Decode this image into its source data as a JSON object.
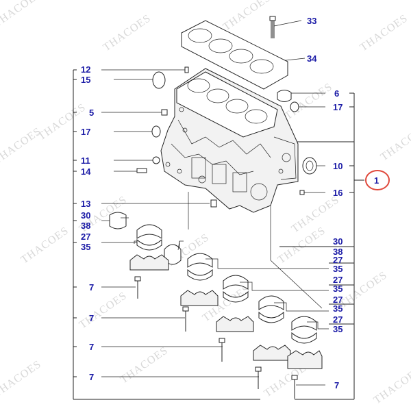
{
  "watermark": "THACOES",
  "callout_colors": {
    "number": "#1a1aa6",
    "line": "#222222",
    "highlight": "#e0493c"
  },
  "highlighted_callout": "1",
  "left_callouts": [
    {
      "id": "12"
    },
    {
      "id": "15"
    },
    {
      "id": "5"
    },
    {
      "id": "17"
    },
    {
      "id": "11"
    },
    {
      "id": "14"
    },
    {
      "id": "13"
    },
    {
      "id": "30"
    },
    {
      "id": "38"
    },
    {
      "id": "27"
    },
    {
      "id": "35"
    },
    {
      "id": "7"
    },
    {
      "id": "7"
    },
    {
      "id": "7"
    },
    {
      "id": "7"
    }
  ],
  "right_callouts": [
    {
      "id": "33"
    },
    {
      "id": "34"
    },
    {
      "id": "6"
    },
    {
      "id": "17"
    },
    {
      "id": "10"
    },
    {
      "id": "16"
    },
    {
      "id": "30"
    },
    {
      "id": "38"
    },
    {
      "id": "27"
    },
    {
      "id": "35"
    },
    {
      "id": "27"
    },
    {
      "id": "35"
    },
    {
      "id": "27"
    },
    {
      "id": "35"
    },
    {
      "id": "27"
    },
    {
      "id": "35"
    },
    {
      "id": "7"
    }
  ],
  "main_callout": {
    "id": "1"
  }
}
